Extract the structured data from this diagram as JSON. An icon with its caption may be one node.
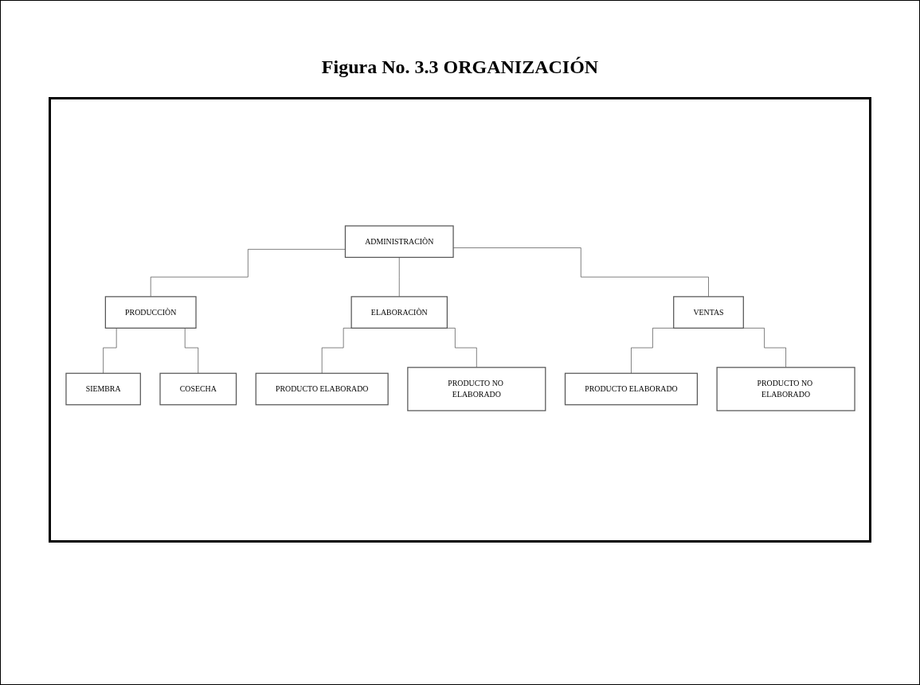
{
  "diagram": {
    "title": "Figura No. 3.3 ORGANIZACIÓN",
    "nodes": [
      {
        "text": [
          "ADMINISTRACIÒN"
        ]
      },
      {
        "text": [
          "PRODUCCIÒN"
        ]
      },
      {
        "text": [
          "ELABORACIÒN"
        ]
      },
      {
        "text": [
          "VENTAS"
        ]
      },
      {
        "text": [
          "SIEMBRA"
        ]
      },
      {
        "text": [
          "COSECHA"
        ]
      },
      {
        "text": [
          "PRODUCTO ELABORADO"
        ]
      },
      {
        "text": [
          "PRODUCTO NO ELABORADO"
        ]
      },
      {
        "text": [
          "PRODUCTO ELABORADO"
        ]
      },
      {
        "text": [
          "PRODUCTO NO ELABORADO"
        ]
      }
    ],
    "edges": [
      {
        "from": 0,
        "to": 1,
        "arrow": "none"
      },
      {
        "from": 0,
        "to": 2,
        "arrow": "none"
      },
      {
        "from": 0,
        "to": 3,
        "arrow": "none"
      },
      {
        "from": 1,
        "to": 4,
        "arrow": "none"
      },
      {
        "from": 1,
        "to": 5,
        "arrow": "none"
      },
      {
        "from": 2,
        "to": 6,
        "arrow": "none"
      },
      {
        "from": 2,
        "to": 7,
        "arrow": "none"
      },
      {
        "from": 3,
        "to": 8,
        "arrow": "none"
      },
      {
        "from": 3,
        "to": 9,
        "arrow": "none"
      }
    ]
  }
}
